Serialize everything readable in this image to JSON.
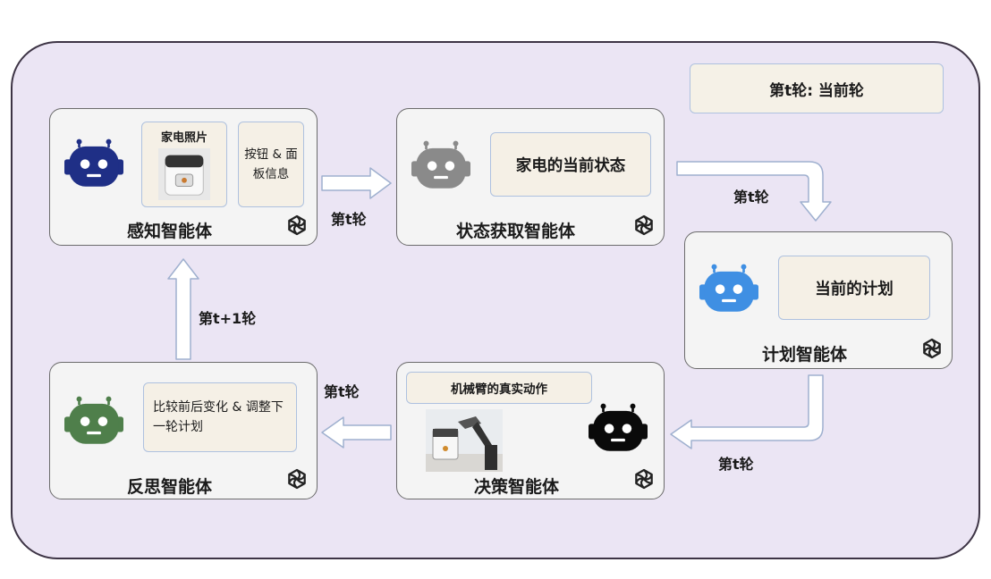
{
  "header_note": "第t轮: 当前轮",
  "agents": {
    "perception": {
      "title": "感知智能体",
      "photo_label": "家电照片",
      "buttons_info": "按钮 & 面板信息",
      "robot_color": "#1f2f86"
    },
    "state": {
      "title": "状态获取智能体",
      "note": "家电的当前状态",
      "robot_color": "#8a8a8a"
    },
    "plan": {
      "title": "计划智能体",
      "note": "当前的计划",
      "robot_color": "#3f8fe3"
    },
    "decision": {
      "title": "决策智能体",
      "action_label": "机械臂的真实动作",
      "robot_color": "#0a0a0a"
    },
    "reflection": {
      "title": "反思智能体",
      "note": "比较前后变化 & 调整下一轮计划",
      "robot_color": "#4f7f4b"
    }
  },
  "edges": {
    "perception_to_state": "第t轮",
    "state_to_plan": "第t轮",
    "plan_to_decision": "第t轮",
    "decision_to_reflection": "第t轮",
    "reflection_to_perception": "第t+1轮"
  },
  "icons": [
    "robot-icon",
    "openai-logo-icon",
    "appliance-photo",
    "robot-arm-photo"
  ]
}
